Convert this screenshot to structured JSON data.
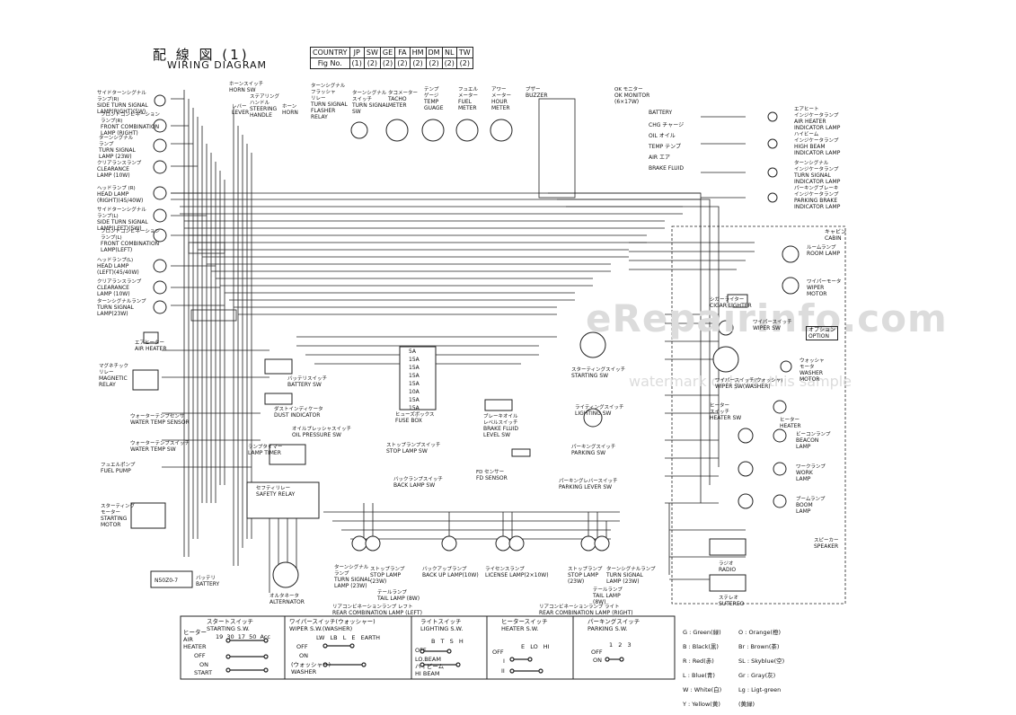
{
  "header": {
    "title_jp": "配 線 図 (1)",
    "title_en": "WIRING DIAGRAM",
    "fig_table": {
      "row1_label": "COUNTRY",
      "countries": [
        "JP",
        "SW",
        "GE",
        "FA",
        "HM",
        "DM",
        "NL",
        "TW"
      ],
      "row2_label": "Fig No.",
      "fig_nos": [
        "(1)",
        "(2)",
        "(2)",
        "(2)",
        "(2)",
        "(2)",
        "(2)",
        "(2)"
      ]
    }
  },
  "watermark": {
    "main": "eRepairinfo.com",
    "sub": "watermark only on this sample"
  },
  "left_components": [
    {
      "jp": "サイドターンシグナル\nランプ(R)",
      "en": "SIDE TURN SIGNAL\nLAMP(RIGHT)(5W)"
    },
    {
      "jp": "フロントコンビネーション\nランプ(R)",
      "en": "FRONT COMBINATION\nLAMP (RIGHT)"
    },
    {
      "jp": "ターンシグナル\nランプ",
      "en": "TURN SIGNAL\nLAMP (23W)"
    },
    {
      "jp": "クリアランスランプ",
      "en": "CLEARANCE\nLAMP (10W)"
    },
    {
      "jp": "ヘッドランプ (R)",
      "en": "HEAD LAMP\n(RIGHT)(45/40W)"
    },
    {
      "jp": "サイドターンシグナル\nランプ(L)",
      "en": "SIDE TURN SIGNAL\nLAMP(LEFT)(5W)"
    },
    {
      "jp": "フロントコンビネーション\nランプ(L)",
      "en": "FRONT COMBINATION\nLAMP(LEFT)"
    },
    {
      "jp": "ヘッドランプ(L)",
      "en": "HEAD LAMP\n(LEFT)(45/40W)"
    },
    {
      "jp": "クリアランスランプ",
      "en": "CLEARANCE\nLAMP (10W)"
    },
    {
      "jp": "ターンシグナルランプ",
      "en": "TURN SIGNAL\nLAMP(23W)"
    },
    {
      "jp": "エアヒーター",
      "en": "AIR HEATER"
    },
    {
      "jp": "マグネチック\nリレー",
      "en": "MAGNETIC\nRELAY"
    },
    {
      "jp": "ウォーターテンプセンサ",
      "en": "WATER TEMP SENSOR"
    },
    {
      "jp": "ウォーターテンプスイッチ",
      "en": "WATER TEMP SW"
    },
    {
      "jp": "フュエルポンプ",
      "en": "FUEL PUMP"
    },
    {
      "jp": "スターティング\nモーター",
      "en": "STARTING\nMOTOR"
    }
  ],
  "top_components": [
    {
      "jp": "ホーンスイッチ",
      "en": "HORN SW"
    },
    {
      "jp": "ステアリング\nハンドル",
      "en": "STEERING\nHANDLE"
    },
    {
      "jp": "レバー",
      "en": "LEVER"
    },
    {
      "jp": "ホーン",
      "en": "HORN"
    },
    {
      "jp": "ターンシグナル\nフラッシャ\nリレー",
      "en": "TURN SIGNAL\nFLASHER\nRELAY"
    },
    {
      "jp": "ターンシグナル\nスイッチ",
      "en": "TURN SIGNAL\nSW"
    },
    {
      "jp": "タコメーター",
      "en": "TACHO\nMETER"
    },
    {
      "jp": "テンプ\nゲージ",
      "en": "TEMP\nGUAGE"
    },
    {
      "jp": "フュエル\nメーター",
      "en": "FUEL\nMETER"
    },
    {
      "jp": "アワー\nメーター",
      "en": "HOUR\nMETER"
    },
    {
      "jp": "ブザー",
      "en": "BUZZER"
    },
    {
      "jp": "OK モニター",
      "en": "OK MONITOR\n(6×17W)"
    }
  ],
  "monitor_items": [
    "BATTERY",
    "CHG チャージ",
    "OIL オイル",
    "TEMP テンプ",
    "AIR エア",
    "BRAKE FLUID"
  ],
  "right_components": [
    {
      "jp": "エアヒート\nインジケータランプ",
      "en": "AIR HEATER\nINDICATOR LAMP"
    },
    {
      "jp": "ハイビーム\nインジケータランプ",
      "en": "HIGH BEAM\nINDICATOR LAMP"
    },
    {
      "jp": "ターンシグナル\nインジケータランプ",
      "en": "TURN SIGNAL\nINDICATOR LAMP"
    },
    {
      "jp": "パーキングブレーキ\nインジケータランプ",
      "en": "PARKING BRAKE\nINDICATOR LAMP"
    },
    {
      "jp": "ルームランプ",
      "en": "ROOM LAMP"
    },
    {
      "jp": "ワイパーモータ",
      "en": "WIPER\nMOTOR"
    },
    {
      "jp": "シガーライター",
      "en": "CIGAR LIGHTER"
    },
    {
      "jp": "ワイパースイッチ",
      "en": "WIPER SW"
    },
    {
      "jp": "ウォッシャ\nモータ",
      "en": "WASHER\nMOTOR"
    },
    {
      "jp": "ワイパースイッチ(ウォッシャ)",
      "en": "WIPER SW(WASHER)"
    },
    {
      "jp": "ヒーター\nスイッチ",
      "en": "HEATER SW"
    },
    {
      "jp": "ヒーター",
      "en": "HEATER"
    },
    {
      "jp": "ビーコンランプ",
      "en": "BEACON\nLAMP"
    },
    {
      "jp": "ワークランプ",
      "en": "WORK\nLAMP"
    },
    {
      "jp": "ブームランプ",
      "en": "BOOM\nLAMP"
    },
    {
      "jp": "スピーカー",
      "en": "SPEAKER"
    },
    {
      "jp": "ラジオ",
      "en": "RADIO"
    },
    {
      "jp": "ステレオ",
      "en": "SUTEREO"
    }
  ],
  "center_components": [
    {
      "jp": "バッテリスイッチ",
      "en": "BATTERY SW"
    },
    {
      "jp": "ダストインディケータ",
      "en": "DUST INDICATOR"
    },
    {
      "jp": "オイルプレッシャスイッチ",
      "en": "OIL PRESSURE SW"
    },
    {
      "jp": "ランプタイマー",
      "en": "LAMP TIMER"
    },
    {
      "jp": "セフティリレー",
      "en": "SAFETY RELAY"
    },
    {
      "jp": "ヒューズボックス",
      "en": "FUSE BOX"
    },
    {
      "jp": "ブレーキオイル\nレベルスイッチ",
      "en": "BRAKE FLUID\nLEVEL SW"
    },
    {
      "jp": "ストップランプスイッチ",
      "en": "STOP LAMP SW"
    },
    {
      "jp": "バックランプスイッチ",
      "en": "BACK LAMP SW"
    },
    {
      "jp": "FD センサー",
      "en": "FD SENSOR"
    },
    {
      "jp": "スターティングスイッチ",
      "en": "STARTING SW"
    },
    {
      "jp": "ライティングスイッチ",
      "en": "LIGHTING SW"
    },
    {
      "jp": "パーキングスイッチ",
      "en": "PARKING SW"
    },
    {
      "jp": "パーキングレバースイッチ",
      "en": "PARKING LEVER SW"
    },
    {
      "jp": "バッテリ",
      "en": "BATTERY"
    },
    {
      "jp": "オルタネータ",
      "en": "ALTERNATOR"
    }
  ],
  "fuses": [
    "5A",
    "15A",
    "15A",
    "15A",
    "15A",
    "10A",
    "15A",
    "15A"
  ],
  "bottom_lamps": [
    {
      "jp": "ターンシグナル\nランプ",
      "en": "TURN SIGNAL\nLAMP (23W)"
    },
    {
      "jp": "ストップランプ",
      "en": "STOP LAMP\n(23W)"
    },
    {
      "jp": "テールランプ",
      "en": "TAIL LAMP (8W)"
    },
    {
      "jp": "リアコンビネーションランプ レフト",
      "en": "REAR COMBINATION LAMP (LEFT)"
    },
    {
      "jp": "バックアップランプ",
      "en": "BACK UP LAMP(10W)"
    },
    {
      "jp": "ライセンスランプ",
      "en": "LICENSE LAMP(2×10W)"
    },
    {
      "jp": "ストップランプ",
      "en": "STOP LAMP\n(23W)"
    },
    {
      "jp": "ターンシグナルランプ",
      "en": "TURN SIGNAL\nLAMP (23W)"
    },
    {
      "jp": "テールランプ",
      "en": "TAIL LAMP\n(8W)"
    },
    {
      "jp": "リアコンビネーションランプ ライト",
      "en": "REAR COMBINATION LAMP (RIGHT)"
    }
  ],
  "legend_tables": [
    {
      "jp": "スタートスイッチ",
      "en": "STARTING S.W.",
      "cols": [
        "19",
        "30",
        "17",
        "50",
        "Acc"
      ],
      "rows": [
        "ヒーター\nAIR\nHEATER",
        "OFF",
        "ON",
        "START"
      ]
    },
    {
      "jp": "ワイパースイッチ(ウォッシャー)",
      "en": "WIPER S.W.(WASHER)",
      "cols": [
        "LW",
        "LB",
        "L",
        "E",
        "EARTH"
      ],
      "rows": [
        "OFF",
        "ON",
        "(ウォッシャー)\nWASHER"
      ]
    },
    {
      "jp": "ライトスイッチ",
      "en": "LIGHTING S.W.",
      "cols": [
        "B",
        "T",
        "S",
        "H"
      ],
      "rows": [
        "OFF",
        "LO.BEAM",
        "ハイビーム\nHI BEAM"
      ]
    },
    {
      "jp": "ヒータースイッチ",
      "en": "HEATER S.W.",
      "cols": [
        "E",
        "LO",
        "HI"
      ],
      "rows": [
        "OFF",
        "I",
        "II"
      ]
    },
    {
      "jp": "パーキングスイッチ",
      "en": "PARKING S.W.",
      "cols": [
        "1",
        "2",
        "3"
      ],
      "rows": [
        "OFF",
        "ON"
      ]
    }
  ],
  "color_legend": [
    "G : Green(緑)",
    "O : Orange(橙)",
    "B : Black(黒)",
    "Br : Brown(茶)",
    "R : Red(赤)",
    "SL : Skyblue(空)",
    "L : Blue(青)",
    "Gr : Gray(灰)",
    "W : White(白)",
    "Lg : Ligt-green",
    "Y : Yellow(黄)",
    "(黄緑)"
  ],
  "misc_labels": {
    "cabin": "キャビン\nCABIN",
    "option": "オプション\nOPTION",
    "battery_type": "N50Z0-7"
  }
}
